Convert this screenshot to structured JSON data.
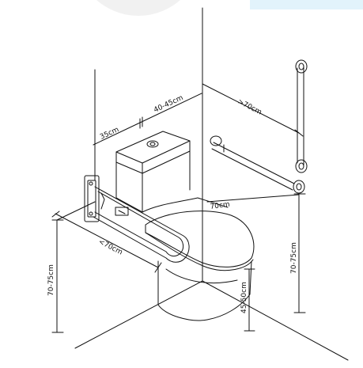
{
  "dimensions": {
    "tank_depth": "35cm",
    "tank_to_wall": "40-45cm",
    "wall_bar_length": ">70cm",
    "rail_length": "<70cm",
    "bowl_length": "70cm",
    "rail_height_left": "70-75cm",
    "rail_height_right": "70-75cm",
    "seat_height": "45-50cm"
  }
}
